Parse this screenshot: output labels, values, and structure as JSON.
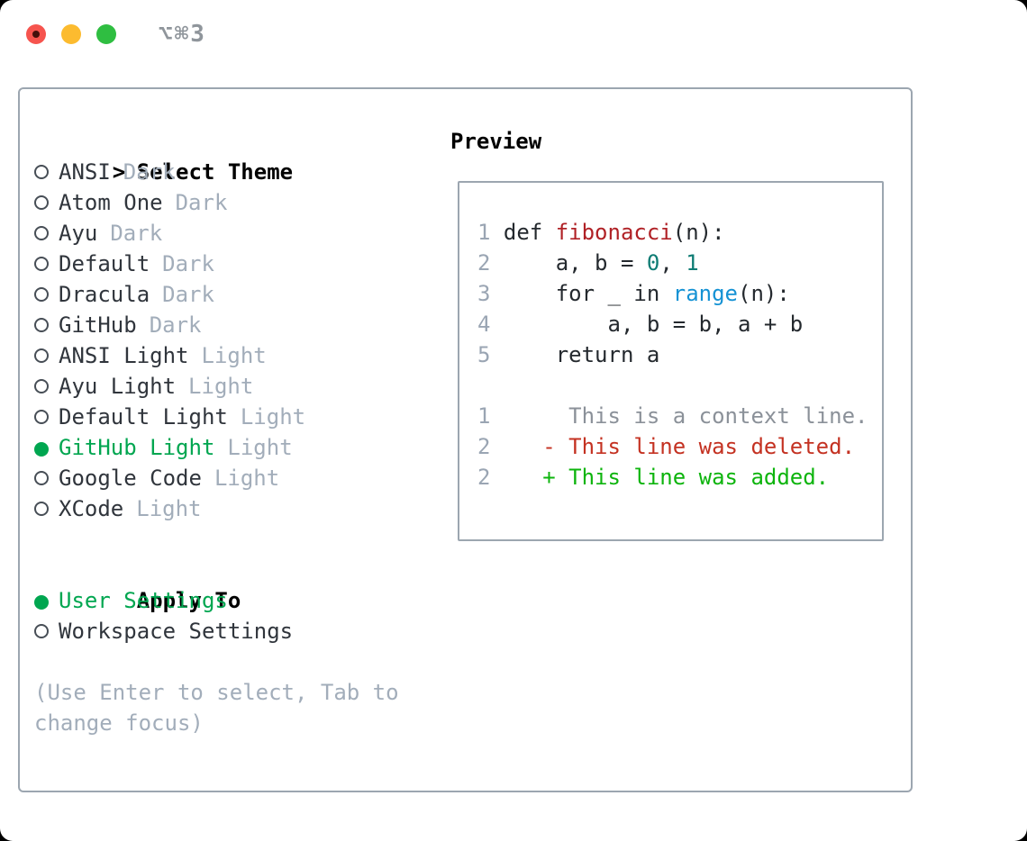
{
  "titlebar": {
    "title": "⌥⌘3",
    "buttons": [
      {
        "name": "close"
      },
      {
        "name": "minimize"
      },
      {
        "name": "zoom"
      }
    ]
  },
  "theme_picker": {
    "header_prefix": ">",
    "header": "Select Theme",
    "items": [
      {
        "label": "ANSI",
        "tag": "Dark",
        "selected": false
      },
      {
        "label": "Atom One",
        "tag": "Dark",
        "selected": false
      },
      {
        "label": "Ayu",
        "tag": "Dark",
        "selected": false
      },
      {
        "label": "Default",
        "tag": "Dark",
        "selected": false
      },
      {
        "label": "Dracula",
        "tag": "Dark",
        "selected": false
      },
      {
        "label": "GitHub",
        "tag": "Dark",
        "selected": false
      },
      {
        "label": "ANSI Light",
        "tag": "Light",
        "selected": false
      },
      {
        "label": "Ayu Light",
        "tag": "Light",
        "selected": false
      },
      {
        "label": "Default Light",
        "tag": "Light",
        "selected": false
      },
      {
        "label": "GitHub Light",
        "tag": "Light",
        "selected": true
      },
      {
        "label": "Google Code",
        "tag": "Light",
        "selected": false
      },
      {
        "label": "XCode",
        "tag": "Light",
        "selected": false
      }
    ],
    "apply_to": {
      "header": "Apply To",
      "options": [
        {
          "label": "User Settings",
          "selected": true
        },
        {
          "label": "Workspace Settings",
          "selected": false
        }
      ]
    },
    "hint_lines": [
      "(Use Enter to select, Tab to",
      "change focus)"
    ]
  },
  "preview": {
    "header": "Preview",
    "lines": [
      {
        "segments": [
          {
            "text": "1 ",
            "style": "linenum"
          },
          {
            "text": "def ",
            "style": "plain"
          },
          {
            "text": "fibonacci",
            "style": "function"
          },
          {
            "text": "(n):",
            "style": "plain"
          }
        ]
      },
      {
        "segments": [
          {
            "text": "2 ",
            "style": "linenum"
          },
          {
            "text": "    a, b = ",
            "style": "plain"
          },
          {
            "text": "0",
            "style": "number"
          },
          {
            "text": ", ",
            "style": "plain"
          },
          {
            "text": "1",
            "style": "number"
          }
        ]
      },
      {
        "segments": [
          {
            "text": "3 ",
            "style": "linenum"
          },
          {
            "text": "    for _ in ",
            "style": "plain"
          },
          {
            "text": "range",
            "style": "builtin"
          },
          {
            "text": "(n):",
            "style": "plain"
          }
        ]
      },
      {
        "segments": [
          {
            "text": "4 ",
            "style": "linenum"
          },
          {
            "text": "        a, b = b, a + b",
            "style": "plain"
          }
        ]
      },
      {
        "segments": [
          {
            "text": "5 ",
            "style": "linenum"
          },
          {
            "text": "    return a",
            "style": "plain"
          }
        ]
      },
      {
        "segments": []
      },
      {
        "segments": [
          {
            "text": "1",
            "style": "linenum"
          },
          {
            "text": "      ",
            "style": "plain"
          },
          {
            "text": "This is a context line.",
            "style": "context"
          }
        ]
      },
      {
        "segments": [
          {
            "text": "2",
            "style": "linenum"
          },
          {
            "text": "    ",
            "style": "plain"
          },
          {
            "text": "- This line was deleted.",
            "style": "deleted"
          }
        ]
      },
      {
        "segments": [
          {
            "text": "2",
            "style": "linenum"
          },
          {
            "text": "    ",
            "style": "plain"
          },
          {
            "text": "+ This line was added.",
            "style": "added"
          }
        ]
      }
    ]
  },
  "colors": {
    "selection_green": "#00a650",
    "added_green": "#0db40d",
    "deleted_red": "#c43222",
    "function_red": "#b02126",
    "number_teal": "#0e7c74",
    "builtin_blue": "#1592d4",
    "linenum_gray": "#9aa5b3",
    "context_gray": "#8b9199",
    "tag_gray": "#a2adba",
    "hint_gray": "#a2adba",
    "text_dark": "#30353c",
    "code_plain": "#24292e",
    "border_gray": "#9ca6b0",
    "traffic_red": "#f6544e",
    "traffic_yellow": "#fcbb2f",
    "traffic_green": "#2fbe41"
  }
}
